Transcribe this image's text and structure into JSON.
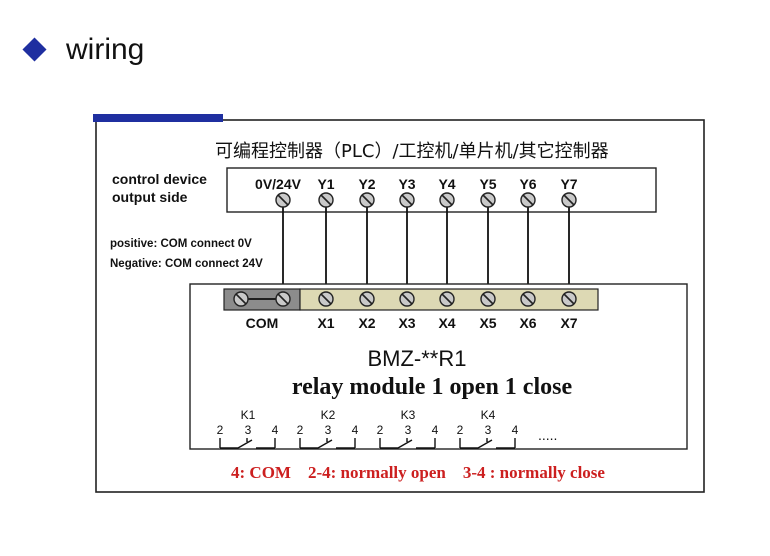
{
  "slide": {
    "title": "wiring"
  },
  "controller": {
    "title": "可编程控制器（PLC）/工控机/单片机/其它控制器",
    "side_label_line1": "control device",
    "side_label_line2": "output side",
    "terminals": [
      "0V/24V",
      "Y1",
      "Y2",
      "Y3",
      "Y4",
      "Y5",
      "Y6",
      "Y7"
    ]
  },
  "notes": {
    "positive": "positive: COM connect 0V",
    "negative": "Negative: COM connect 24V"
  },
  "module": {
    "terminals": [
      "COM",
      "X1",
      "X2",
      "X3",
      "X4",
      "X5",
      "X6",
      "X7"
    ],
    "model": "BMZ-**R1",
    "description": "relay module 1 open 1 close",
    "relays": [
      {
        "label": "K1",
        "pins": [
          "2",
          "3",
          "4"
        ]
      },
      {
        "label": "K2",
        "pins": [
          "2",
          "3",
          "4"
        ]
      },
      {
        "label": "K3",
        "pins": [
          "2",
          "3",
          "4"
        ]
      },
      {
        "label": "K4",
        "pins": [
          "2",
          "3",
          "4"
        ]
      }
    ],
    "more": ".....",
    "legend": "4: COM    2-4: normally open    3-4 : normally close"
  },
  "colors": {
    "accent_bar": "#1f2fa0",
    "terminal_block": "#ddd9b4",
    "com_block": "#8c8c8c",
    "legend_text": "#cc1f1f"
  }
}
